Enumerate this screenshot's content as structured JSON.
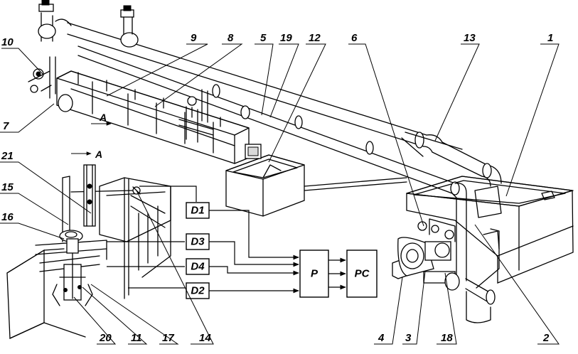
{
  "labels": {
    "l1": "1",
    "l2": "2",
    "l3": "3",
    "l4": "4",
    "l5": "5",
    "l6": "6",
    "l7": "7",
    "l8": "8",
    "l9": "9",
    "l10": "10",
    "l11": "11",
    "l12": "12",
    "l13": "13",
    "l14": "14",
    "l15": "15",
    "l16": "16",
    "l17": "17",
    "l18": "18",
    "l19": "19",
    "l20": "20",
    "l21": "21"
  },
  "view_marker": {
    "main": "A",
    "detail": "A"
  },
  "blocks": {
    "d1": "D1",
    "d2": "D2",
    "d3": "D3",
    "d4": "D4",
    "processor": "P",
    "pc": "PC"
  }
}
